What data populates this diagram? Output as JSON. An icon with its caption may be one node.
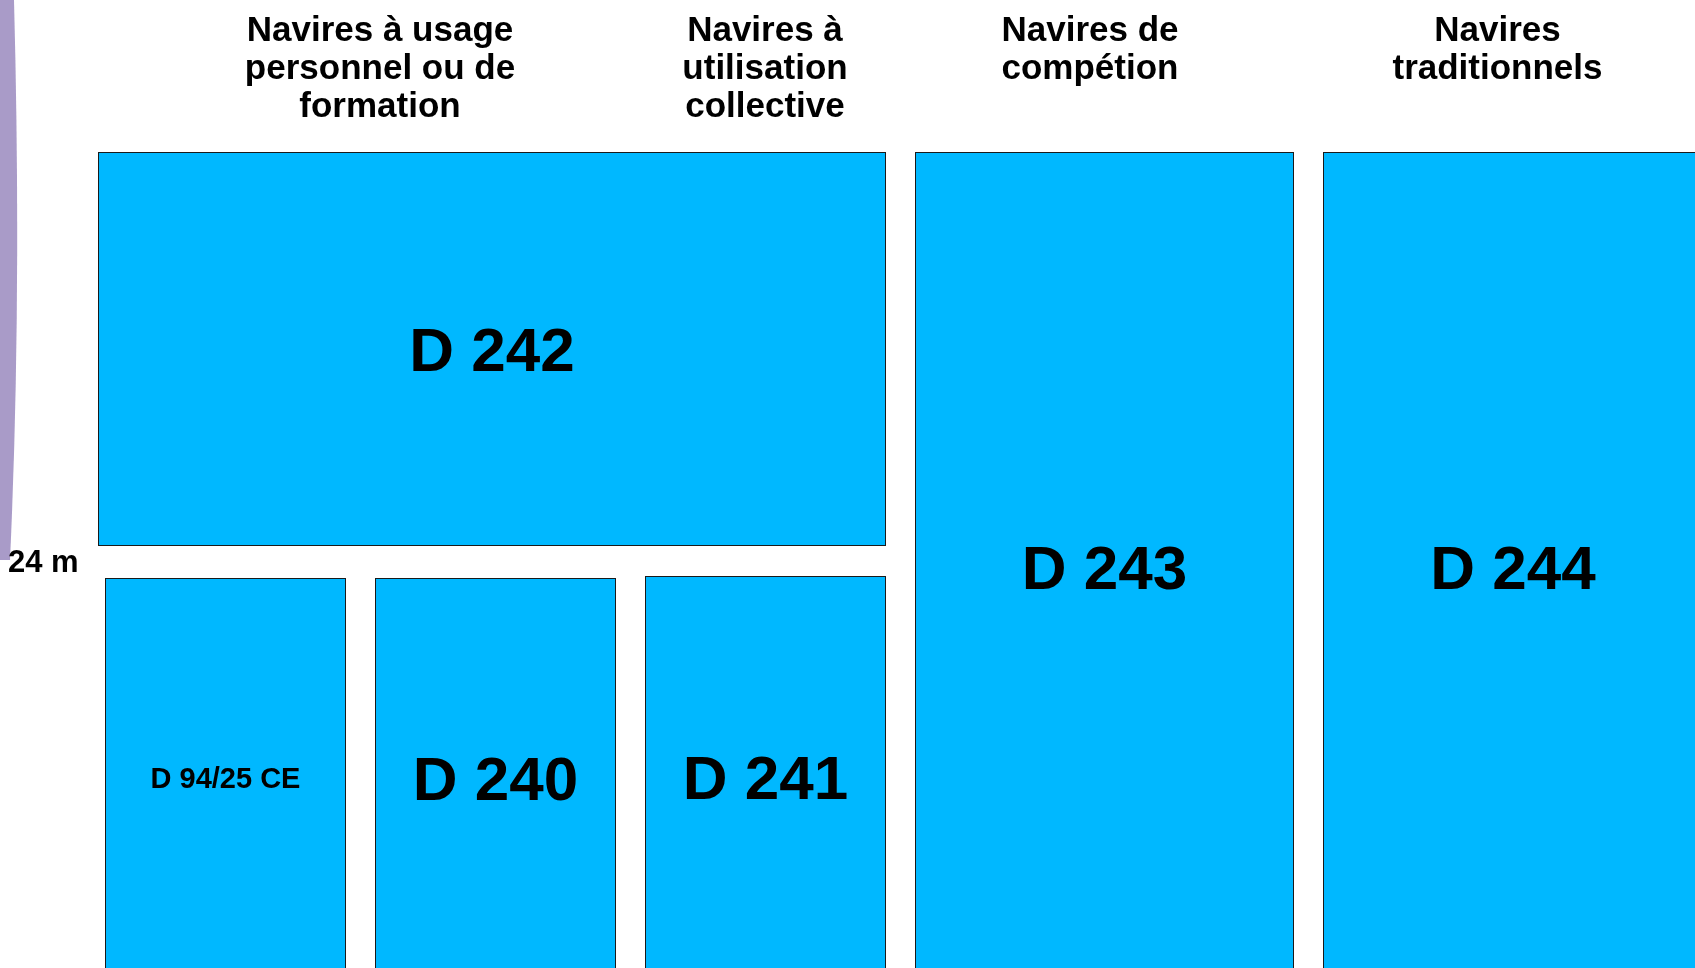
{
  "diagram": {
    "nodes": [
      {
        "text": [
          "D 242"
        ]
      },
      {
        "text": [
          "D 243"
        ]
      },
      {
        "text": [
          "D 244"
        ]
      },
      {
        "text": [
          "D 94/25 CE"
        ]
      },
      {
        "text": [
          "D 240"
        ]
      },
      {
        "text": [
          "D 241"
        ]
      }
    ],
    "labels": [
      "Navires à usage personnel ou de formation",
      "Navires à utilisation collective",
      "Navires de compétion",
      "Navires traditionnels",
      "24 m"
    ]
  }
}
